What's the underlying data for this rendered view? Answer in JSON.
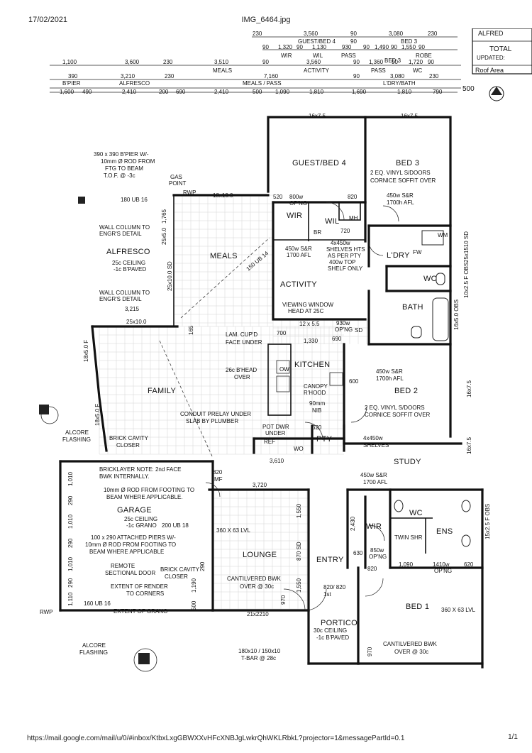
{
  "header": {
    "date": "17/02/2021",
    "title": "IMG_6464.jpg"
  },
  "footer": {
    "url": "https://mail.google.com/mail/u/0/#inbox/KtbxLxgGBWXXvHFcXNBJgLwkrQhWKLRbkL?projector=1&messagePartId=0.1",
    "page": "1/1"
  },
  "legend_box": {
    "line1": "ALFRED",
    "line2": "TOTAL",
    "line3": "UPDATED:",
    "line4": "Roof Area"
  },
  "dimensions": {
    "row1": [
      "230",
      "3,560",
      "90",
      "3,080",
      "230"
    ],
    "row2_labels": [
      "GUEST/BED 4",
      "90",
      "BED 3"
    ],
    "row3": [
      "90",
      "1,320",
      "90",
      "1,130",
      "930",
      "90",
      "1,490",
      "90",
      "1,550",
      "90"
    ],
    "row3_labels": [
      "WIR",
      "WIL",
      "PASS",
      "BED 3",
      "ROBE"
    ],
    "row4": [
      "1,100",
      "3,600",
      "230",
      "3,510",
      "90",
      "3,560",
      "90",
      "1,360",
      "90",
      "1,720",
      "90"
    ],
    "row4_labels": [
      "MEALS",
      "ACTIVITY",
      "PASS",
      "WC"
    ],
    "row5": [
      "390",
      "3,210",
      "230",
      "7,160",
      "90",
      "3,080",
      "230"
    ],
    "row5_labels": [
      "B'PIER",
      "ALFRESCO",
      "MEALS / PASS",
      "L'DRY/BATH"
    ],
    "row6": [
      "1,600",
      "490",
      "2,410",
      "200",
      "690",
      "2,410",
      "500",
      "1,090",
      "1,810",
      "1,690",
      "1,810",
      "790"
    ],
    "right_label": "500"
  },
  "rooms": {
    "guest_bed4": "GUEST/BED 4",
    "bed3": "BED 3",
    "meals": "MEALS",
    "alfresco": "ALFRESCO",
    "wir_top": "WIR",
    "wil": "WIL",
    "activity": "ACTIVITY",
    "ldry": "L'DRY",
    "wc_top": "WC",
    "bath": "BATH",
    "family": "FAMILY",
    "kitchen": "KITCHEN",
    "bed2": "BED 2",
    "pty": "PTY",
    "study": "STUDY",
    "garage": "GARAGE",
    "lounge": "LOUNGE",
    "entry": "ENTRY",
    "wir_bottom": "WIR",
    "wc_ens": "WC",
    "ens": "ENS",
    "portico": "PORTICO",
    "bed1": "BED 1"
  },
  "notes": {
    "bed3_doors": "2 EQ. VINYL S/DOORS",
    "bed3_cornice": "CORNICE SOFFIT OVER",
    "bed3_sr": "450w S&R",
    "bed3_afl": "1700h AFL",
    "bpier1": "390 x 390 B'PIER W/-",
    "bpier2": "10mm Ø ROD FROM",
    "bpier3": "FTG TO BEAM",
    "bpier4": "T.O.F. @ -3c",
    "gas": "GAS",
    "gas2": "POINT",
    "rwp": "RWP",
    "ub180": "180 UB 16",
    "beam18x10": "18x10.0",
    "n520": "520",
    "n800": "800w",
    "n800b": "OP'NG",
    "n820": "820",
    "mh": "MH",
    "br": "BR",
    "n720": "720",
    "wm": "WM",
    "fw": "FW",
    "wall_col1": "WALL COLUMN TO",
    "wall_col2": "ENGR'S DETAIL",
    "alf_ceiling": "25c CEILING",
    "alf_paved": "-1c B'PAVED",
    "dim3215": "3,215",
    "beam25x10": "25x10.0",
    "ub150": "150 UB 14",
    "activity_sr": "450w S&R",
    "activity_afl": "1700 AFL",
    "shelves1": "4x450w",
    "shelves2": "SHELVES HTS",
    "shelves3": "AS PER PTY",
    "shelves4": "400w TOP",
    "shelves5": "SHELF ONLY",
    "viewing1": "VIEWING WINDOW",
    "viewing2": "HEAD AT 25C",
    "n12x55": "12 x 5.5",
    "n930": "930w",
    "n930b": "OP'NG",
    "sd": "SD",
    "n700": "700",
    "n1330": "1,330",
    "n690": "690",
    "lam1": "LAM. CUP'D",
    "lam2": "FACE UNDER",
    "bhead1": "26c B'HEAD",
    "bhead2": "OVER",
    "ow": "OW",
    "canopy1": "CANOPY",
    "canopy2": "R'HOOD",
    "n600": "600",
    "nib1": "90mm",
    "nib2": "NIB",
    "bed2_sr": "450w S&R",
    "bed2_afl": "1700h AFL",
    "bed2_doors": "2 EQ. VINYL S/DOORS",
    "bed2_cornice": "CORNICE SOFFIT OVER",
    "conduit1": "CONDUIT PRELAY UNDER",
    "conduit2": "SLAB BY PLUMBER",
    "potdwr1": "POT DWR",
    "potdwr2": "UNDER",
    "ref": "REF",
    "wo": "WO",
    "n620": "620",
    "pty_shelves1": "4x450w",
    "pty_shelves2": "SHELVES",
    "alcore1": "ALCORE",
    "alcore2": "FLASHING",
    "brick1": "BRICK CAVITY",
    "brick2": "CLOSER",
    "bricklayer1": "BRICKLAYER NOTE: 2nd FACE",
    "bricklayer2": "BWK INTERNALLY.",
    "rod1": "10mm Ø ROD FROM FOOTING TO",
    "rod2": "BEAM WHERE APPLICABLE.",
    "gar_ceiling": "25c CEILING",
    "gar_grano": "-1c GRANO",
    "ub200": "200 UB 18",
    "piers1": "100 x 290 ATTACHED PIERS W/-",
    "piers2": "10mm Ø ROD FROM FOOTING TO",
    "piers3": "BEAM WHERE APPLICABLE",
    "remote1": "REMOTE",
    "remote2": "SECTIONAL DOOR",
    "brick3": "BRICK CAVITY",
    "brick4": "CLOSER",
    "render1": "EXTENT OF RENDER",
    "render2": "TO CORNERS",
    "ub160": "160 UB 16",
    "grano": "EXTENT OF GRANO",
    "n3610": "3,610",
    "n3720": "3,720",
    "n820mf": "820",
    "mf": "MF",
    "lvl": "360 X 63 LVL",
    "n1550": "1,550",
    "sd870": "870 SD",
    "cant1": "CANTILVERED BWK",
    "cant2": "OVER @ 30c",
    "n970": "970",
    "n1550b": "1,550",
    "n820820": "820/ 820",
    "tf": "1st",
    "study_sr": "450w S&R",
    "study_afl": "1700 AFL",
    "n2430": "2,430",
    "n630": "630",
    "n850": "850w",
    "n850b": "OP'NG",
    "n820b": "820",
    "twin": "TWIN SHR",
    "n1090": "1,090",
    "n1410": "1410w",
    "n1410b": "OP'NG",
    "n620b": "620",
    "portico_c1": "30c CEILING",
    "portico_c2": "-1c B'PAVED",
    "tbar1": "180x10 / 150x10",
    "tbar2": "T-BAR @ 28c",
    "beam21": "21x2210",
    "lvl2": "360 X 63 LVL",
    "bed1_cant1": "CANTILVERED BWK",
    "bed1_cant2": "OVER @ 30c",
    "n970b": "970",
    "obs1": "25x1510 SD",
    "obs2": "10x2.5 F OBS",
    "obs3": "16x5.0 OBS",
    "obs4": "16x7.5",
    "obs5": "16x7.5",
    "obs6": "15x2.5 F OBS",
    "obs7": "18x5.0 F",
    "obs8": "18x5.0 F",
    "beam16x75a": "16x7.5",
    "beam16x75b": "16x7.5",
    "n1765": "1,765",
    "n25x5": "25x5.0",
    "n25x10sd": "25x10.0 SD",
    "n165": "165",
    "n1010a": "1,010",
    "n290a": "290",
    "n1010b": "1,010",
    "n290b": "290",
    "n1010c": "1,010",
    "n290c": "290",
    "n1110": "1,110",
    "n500": "500",
    "n1190": "1,190",
    "n290d": "290"
  }
}
